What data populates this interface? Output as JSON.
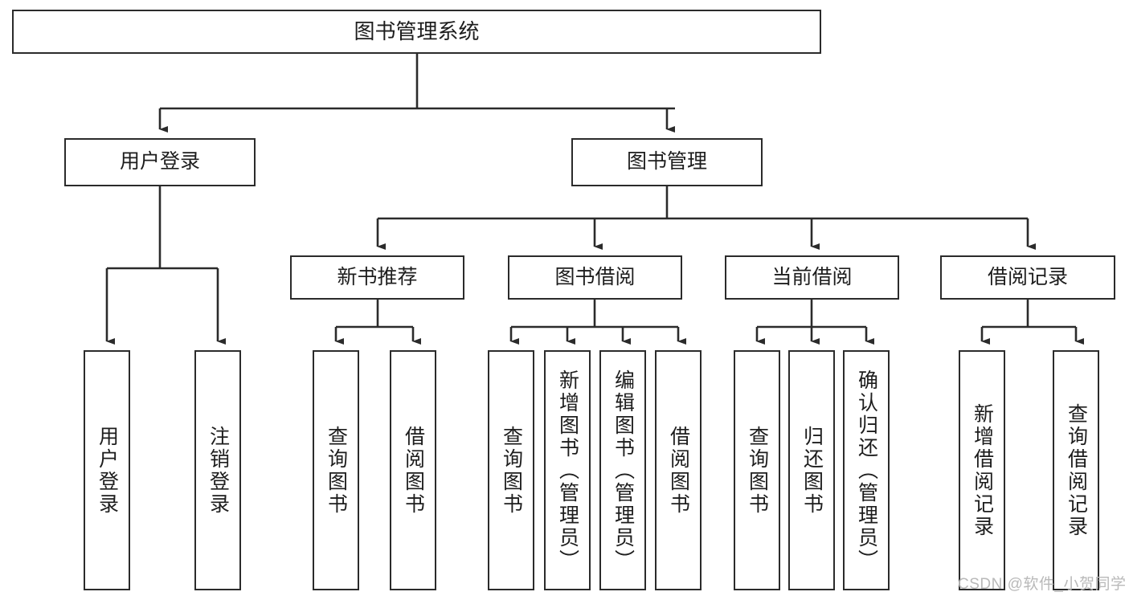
{
  "diagram": {
    "title": "图书管理系统",
    "type": "tree-hierarchy",
    "orientation": "top-down",
    "colors": {
      "box_border": "#2b2b2b",
      "box_fill": "#ffffff",
      "edge": "#2b2b2b",
      "text": "#1d1d1d",
      "watermark": "#b9b9b9"
    },
    "nodes": {
      "root": {
        "label": "图书管理系统",
        "level": 1
      },
      "user_login": {
        "label": "用户登录",
        "level": 2
      },
      "book_manage": {
        "label": "图书管理",
        "level": 2
      },
      "new_book_rec": {
        "label": "新书推荐",
        "level": 3
      },
      "book_borrow": {
        "label": "图书借阅",
        "level": 3
      },
      "current_borrow": {
        "label": "当前借阅",
        "level": 3
      },
      "borrow_record": {
        "label": "借阅记录",
        "level": 3
      },
      "leaf_user_login": {
        "label": "用户登录",
        "level": 3
      },
      "leaf_logout": {
        "label": "注销登录",
        "level": 3
      },
      "leaf_query_book_1": {
        "label": "查询图书",
        "level": 4
      },
      "leaf_borrow_book_1": {
        "label": "借阅图书",
        "level": 4
      },
      "leaf_query_book_2": {
        "label": "查询图书",
        "level": 4
      },
      "leaf_add_book": {
        "label": "新增图书（管理员）",
        "level": 4
      },
      "leaf_edit_book": {
        "label": "编辑图书（管理员）",
        "level": 4
      },
      "leaf_borrow_book_2": {
        "label": "借阅图书",
        "level": 4
      },
      "leaf_query_book_3": {
        "label": "查询图书",
        "level": 4
      },
      "leaf_return_book": {
        "label": "归还图书",
        "level": 4
      },
      "leaf_confirm_return": {
        "label": "确认归还（管理员）",
        "level": 4
      },
      "leaf_add_record": {
        "label": "新增借阅记录",
        "level": 4
      },
      "leaf_query_record": {
        "label": "查询借阅记录",
        "level": 4
      }
    },
    "edges": [
      {
        "from": "root",
        "to": "user_login"
      },
      {
        "from": "root",
        "to": "book_manage"
      },
      {
        "from": "user_login",
        "to": "leaf_user_login"
      },
      {
        "from": "user_login",
        "to": "leaf_logout"
      },
      {
        "from": "book_manage",
        "to": "new_book_rec"
      },
      {
        "from": "book_manage",
        "to": "book_borrow"
      },
      {
        "from": "book_manage",
        "to": "current_borrow"
      },
      {
        "from": "book_manage",
        "to": "borrow_record"
      },
      {
        "from": "new_book_rec",
        "to": "leaf_query_book_1"
      },
      {
        "from": "new_book_rec",
        "to": "leaf_borrow_book_1"
      },
      {
        "from": "book_borrow",
        "to": "leaf_query_book_2"
      },
      {
        "from": "book_borrow",
        "to": "leaf_add_book"
      },
      {
        "from": "book_borrow",
        "to": "leaf_edit_book"
      },
      {
        "from": "book_borrow",
        "to": "leaf_borrow_book_2"
      },
      {
        "from": "current_borrow",
        "to": "leaf_query_book_3"
      },
      {
        "from": "current_borrow",
        "to": "leaf_return_book"
      },
      {
        "from": "current_borrow",
        "to": "leaf_confirm_return"
      },
      {
        "from": "borrow_record",
        "to": "leaf_add_record"
      },
      {
        "from": "borrow_record",
        "to": "leaf_query_record"
      }
    ]
  },
  "watermark": {
    "text": "CSDN @软件_小贺同学"
  }
}
